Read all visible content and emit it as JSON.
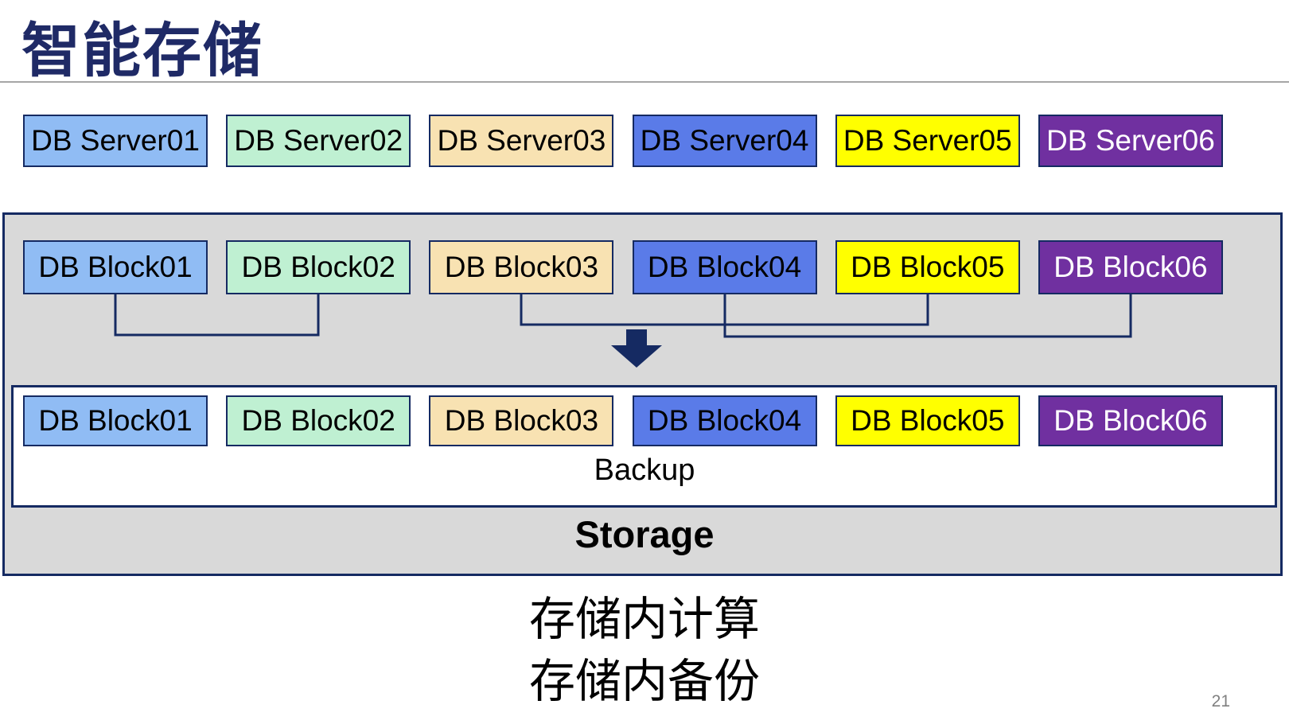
{
  "title": "智能存储",
  "servers": {
    "items": [
      {
        "label": "DB Server01",
        "fill": "#90BCF4",
        "text": "#000000"
      },
      {
        "label": "DB Server02",
        "fill": "#BFF0D2",
        "text": "#000000"
      },
      {
        "label": "DB Server03",
        "fill": "#F8E2B2",
        "text": "#000000"
      },
      {
        "label": "DB Server04",
        "fill": "#5A7BE8",
        "text": "#000000"
      },
      {
        "label": "DB Server05",
        "fill": "#FFFF00",
        "text": "#000000"
      },
      {
        "label": "DB Server06",
        "fill": "#7030A0",
        "text": "#FFFFFF"
      }
    ]
  },
  "storage_panel": {
    "top_blocks": [
      {
        "label": "DB Block01",
        "fill": "#90BCF4",
        "text": "#000000"
      },
      {
        "label": "DB Block02",
        "fill": "#BFF0D2",
        "text": "#000000"
      },
      {
        "label": "DB Block03",
        "fill": "#F8E2B2",
        "text": "#000000"
      },
      {
        "label": "DB Block04",
        "fill": "#5A7BE8",
        "text": "#000000"
      },
      {
        "label": "DB Block05",
        "fill": "#FFFF00",
        "text": "#000000"
      },
      {
        "label": "DB Block06",
        "fill": "#7030A0",
        "text": "#FFFFFF"
      }
    ],
    "bottom_blocks": [
      {
        "label": "DB Block01",
        "fill": "#90BCF4",
        "text": "#000000"
      },
      {
        "label": "DB Block02",
        "fill": "#BFF0D2",
        "text": "#000000"
      },
      {
        "label": "DB Block03",
        "fill": "#F8E2B2",
        "text": "#000000"
      },
      {
        "label": "DB Block04",
        "fill": "#5A7BE8",
        "text": "#000000"
      },
      {
        "label": "DB Block05",
        "fill": "#FFFF00",
        "text": "#000000"
      },
      {
        "label": "DB Block06",
        "fill": "#7030A0",
        "text": "#FFFFFF"
      }
    ],
    "backup_label": "Backup",
    "storage_label": "Storage",
    "pairings": [
      "Block01-Block02",
      "Block03-Block05",
      "Block04-Block06"
    ]
  },
  "caption": {
    "line1": "存储内计算",
    "line2": "存储内备份"
  },
  "page_number": "21",
  "colors": {
    "navy": "#152A62",
    "title_navy": "#1F2A66",
    "panel_gray": "#D9D9D9",
    "divider_gray": "#A6A6A6",
    "page_number_gray": "#808080",
    "yellow": "#FFFF00",
    "purple": "#7030A0"
  }
}
